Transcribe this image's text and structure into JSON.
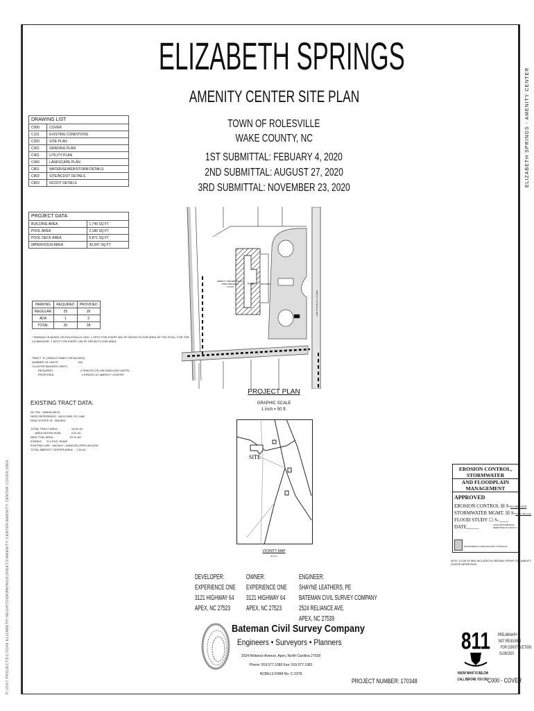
{
  "title": "ELIZABETH SPRINGS",
  "subtitle": "AMENITY CENTER SITE PLAN",
  "side_title": "ELIZABETH SPRINGS - AMENITY CENTER",
  "file_path": "P:\\2017 PROJECTS\\170348 ELIZABETH HEIGHTS\\DRAWINGS\\SHEETS\\AMENITY CENTER\\AMENITY CENTER COVER.DWG",
  "town_lines": [
    "TOWN OF ROLESVILLE",
    "WAKE COUNTY, NC",
    "1ST SUBMITTAL: FEBUARY 4, 2020",
    "2ND SUBMITTAL: AUGUST 27, 2020",
    "3RD SUBMITTAL: NOVEMBER 23, 2020"
  ],
  "drawing_list": {
    "heading": "DRAWING LIST",
    "rows": [
      [
        "C000",
        "COVER"
      ],
      [
        "C101",
        "EXISTING CONDITIONS"
      ],
      [
        "C200",
        "SITE PLAN"
      ],
      [
        "C301",
        "GRADING PLAN"
      ],
      [
        "C401",
        "UTILITY PLAN"
      ],
      [
        "C450",
        "LANDSCAPE PLAN"
      ],
      [
        "C801",
        "WATER/SEWER/STORM DETAILS"
      ],
      [
        "C802",
        "SITE/NCDOT DETAILS"
      ],
      [
        "C803",
        "NCDOT DETAILS"
      ]
    ]
  },
  "project_data": {
    "heading": "PROJECT DATA",
    "rows": [
      [
        "BUILDING AREA",
        "1,749 SQ FT"
      ],
      [
        "POOL AREA",
        "2,180 SQ FT"
      ],
      [
        "POOL DECK AREA",
        "5,871 SQ FT"
      ],
      [
        "IMPERVIOUS AREA",
        "30,047 SQ FT"
      ]
    ]
  },
  "parking": {
    "headers": [
      "PARKING",
      "REQUIRED",
      "PROVIDED"
    ],
    "rows": [
      [
        "REGULAR",
        "25",
        "26"
      ],
      [
        "ADA",
        "1",
        "2"
      ],
      [
        "TOTAL",
        "26",
        "28"
      ]
    ],
    "note": "* PARKING IS BASED ON ROLESVILLE UDO, 1 SPOT FOR EVERY 300 SF GROSS FLOOR AREA OF THE POOL. FOR THE\nCLUBHOUSE, 1 SPOT FOR EVERY 150 SF GROSS FLOOR AREA"
  },
  "tract_info": "TRACT \"A\" (SINGLE FAMILY DETACHED)\nNUMBER OF UNITS:                         106\nCLUSTER MAILBOX UNITS:\n        REQUIRED                                    4 SPACES (76-106 DWELLING UNITS)\n        PROPOSED                                    4 SPACES AT AMENITY CENTER",
  "existing_tract": {
    "heading": "EXISTING TRACT DATA:",
    "lines": "NC PIN:  1868-83-8678\nDEED REFERENCE:  DB 017693, PG 2462\nREAL ESTATE ID:  0062813\n\nTOTAL TRACT AREA :                 63.02 AC\n      AREA WITHIN ROW:             0.91 AC\nNEW TOAL AREA:                     61.91 AC\nZONING:      R-3 PUD, RMAP\nEXISTING USE:  VACANT / UNDEVELOPED WOODS\nTOTAL AMENITY CENTER AREA:    1.16 AC"
  },
  "site_plan": {
    "area_label": "AMENITY CENTER (TRACT\nOPEN SPACE) \"C\"\n1.16 AC",
    "pool_label": "POOL",
    "building_label": "BUILDING",
    "road_label": "MAIN ST / FAYEVILLE WAY"
  },
  "project_plan": {
    "label": "PROJECT PLAN",
    "scale_heading": "GRAPHIC SCALE",
    "scale": "1 inch = 50 ft."
  },
  "vicinity_map": {
    "site_label": "SITE",
    "label": "VICINITY MAP",
    "sub": "(N.T.S.)"
  },
  "erosion_block": {
    "line1": "EROSION CONTROL, STORMWATER",
    "line2": "AND FLOODPLAIN MANAGEMENT",
    "approved": "APPROVED",
    "erosion": "EROSION CONTROL",
    "erosion_no": "S-",
    "erosion_val": "ES-0953-2019",
    "stormwater": "STORMWATER MGMT.",
    "stormwater_no": "S-",
    "stormwater_val": "SW-01330-2019",
    "flood": "FLOOD STUDY",
    "flood_no": "S-",
    "date": "DATE",
    "land": "LAND DISTURBANCE\nPERMITTED IN TRACT A",
    "footer": "ENVIRONMENTAL COMPLIANCE DEPT. ROLESVILLE",
    "note": "NOTE: 10,234 SF WAS INCLUDED IN ORIGINAL PERMIT FOR AMENITY\nCENTER IMPERVIOUS."
  },
  "developer": {
    "heading": "DEVELOPER:",
    "lines": [
      "EXPERIENCE ONE",
      "3121 HIGHWAY 64",
      "APEX, NC 27523"
    ]
  },
  "owner": {
    "heading": "OWNER:",
    "lines": [
      "EXPERIENCE ONE",
      "3121 HIGHWAY 64",
      "APEX, NC 27523"
    ]
  },
  "engineer": {
    "heading": "ENGINEER:",
    "lines": [
      "SHAYNE LEATHERS, PE",
      "BATEMAN CIVIL SURVEY COMPANY",
      "2524 RELIANCE AVE.",
      "APEX, NC 27539"
    ]
  },
  "company": {
    "name": "Bateman Civil Survey Company",
    "tagline": "Engineers • Surveyors • Planners",
    "address": "2524 Reliance Avenue, Apex, North Carolina 27539",
    "phone": "Phone: 919.577.1080   Fax: 919.577.1081",
    "firm": "NCBELS FIRM No. C-2378"
  },
  "project_number": "PROJECT NUMBER: 170348",
  "call811": {
    "logo": "811",
    "line1": "KNOW WHAT IS BELOW",
    "line2": "CALL BEFORE YOU DIG"
  },
  "preliminary": [
    "PRELIMINARY",
    "NOT RELEASED",
    "FOR CONSTRUCTION",
    "01/29/2020"
  ],
  "sheet_id": "C000 - COVER"
}
